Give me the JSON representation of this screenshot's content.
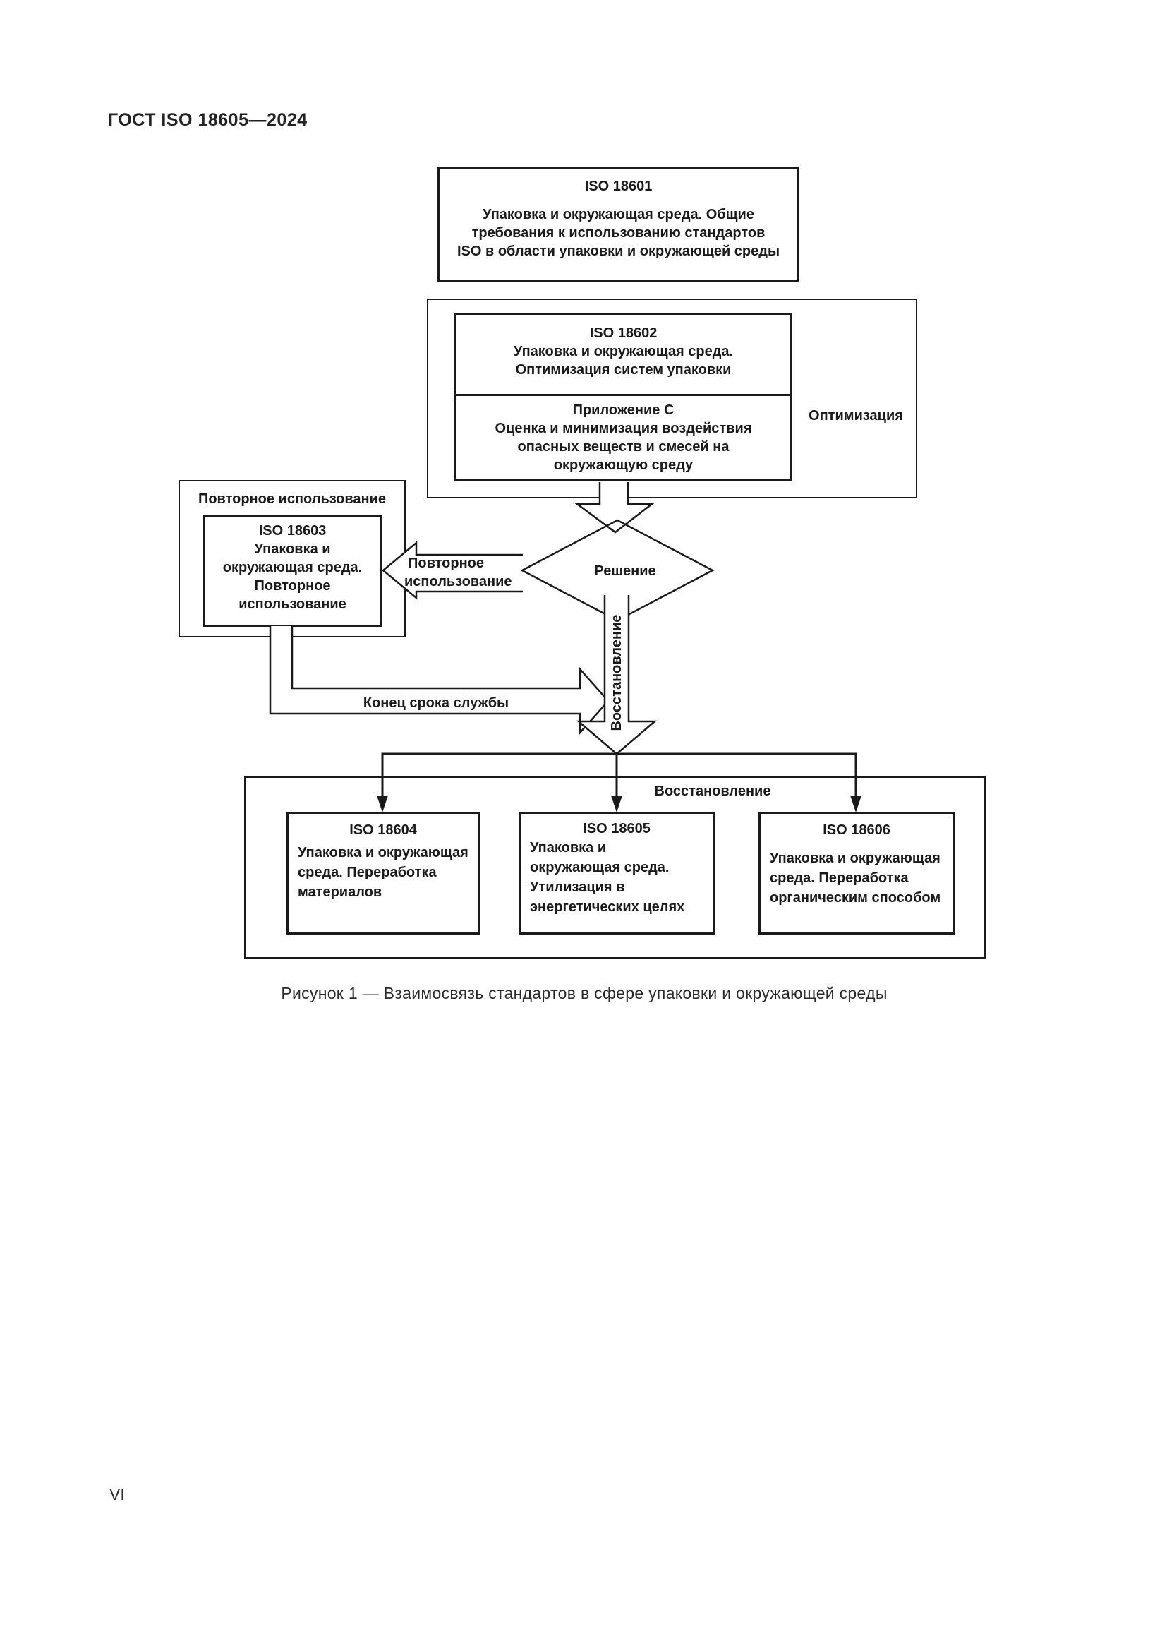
{
  "header": {
    "title": "ГОСТ ISO 18605—2024"
  },
  "page_number": "VI",
  "figure": {
    "caption": "Рисунок 1 — Взаимосвязь стандартов в сфере упаковки и окружающей среды",
    "nodes": {
      "iso18601": {
        "title": "ISO 18601",
        "lines": [
          "Упаковка и окружающая среда. Общие",
          "требования к использованию стандартов",
          "ISO в области упаковки и окружающей среды"
        ]
      },
      "iso18602": {
        "title": "ISO 18602",
        "lines": [
          "Упаковка и окружающая среда.",
          "Оптимизация систем упаковки"
        ]
      },
      "annex_c": {
        "title": "Приложение С",
        "lines": [
          "Оценка и минимизация воздействия",
          "опасных веществ и смесей на",
          "окружающую среду"
        ]
      },
      "optimization_label": "Оптимизация",
      "reuse_group_label": "Повторное использование",
      "iso18603": {
        "title": "ISO 18603",
        "lines": [
          "Упаковка и",
          "окружающая среда.",
          "Повторное",
          "использование"
        ]
      },
      "decision": "Решение",
      "recovery_group_label": "Восстановление",
      "iso18604": {
        "title": "ISO 18604",
        "lines": [
          "Упаковка и окружающая",
          "среда. Переработка",
          "материалов"
        ]
      },
      "iso18605": {
        "title": "ISO 18605",
        "lines": [
          "Упаковка и",
          "окружающая среда.",
          "Утилизация в",
          "энергетических целях"
        ]
      },
      "iso18606": {
        "title": "ISO 18606",
        "lines": [
          "Упаковка и окружающая",
          "среда. Переработка",
          "органическим способом"
        ]
      }
    },
    "arrow_labels": {
      "reuse_line1": "Повторное",
      "reuse_line2": "использование",
      "end_of_life": "Конец срока службы",
      "recovery_vertical": "Восстановление"
    }
  },
  "colors": {
    "line": "#1a1a1a",
    "background": "#ffffff"
  }
}
